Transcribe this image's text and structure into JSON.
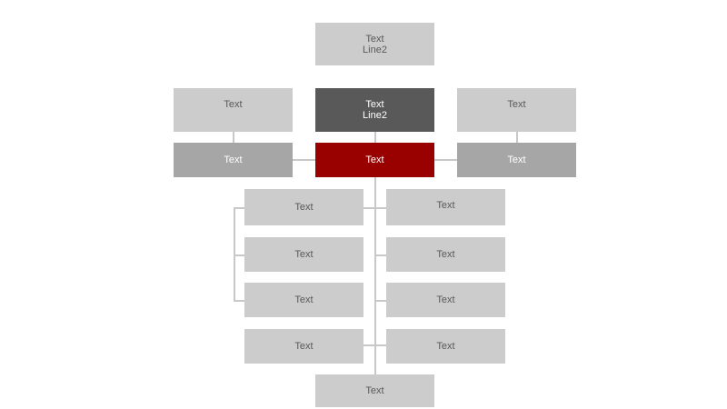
{
  "diagram": {
    "top": {
      "line1": "Text",
      "line2": "Line2"
    },
    "row2": {
      "left": {
        "line1": "Text"
      },
      "center": {
        "line1": "Text",
        "line2": "Line2"
      },
      "right": {
        "line1": "Text"
      }
    },
    "row3": {
      "left": {
        "line1": "Text"
      },
      "center": {
        "line1": "Text"
      },
      "right": {
        "line1": "Text"
      }
    },
    "left_column": [
      {
        "label": "Text"
      },
      {
        "label": "Text"
      },
      {
        "label": "Text"
      },
      {
        "label": "Text"
      }
    ],
    "right_column": [
      {
        "label": "Text"
      },
      {
        "label": "Text"
      },
      {
        "label": "Text"
      },
      {
        "label": "Text"
      }
    ],
    "bottom": {
      "label": "Text"
    },
    "colors": {
      "light": "#cccccc",
      "mid": "#a6a6a6",
      "dark": "#595959",
      "accent": "#990000",
      "connector": "#c8c8c8"
    }
  }
}
